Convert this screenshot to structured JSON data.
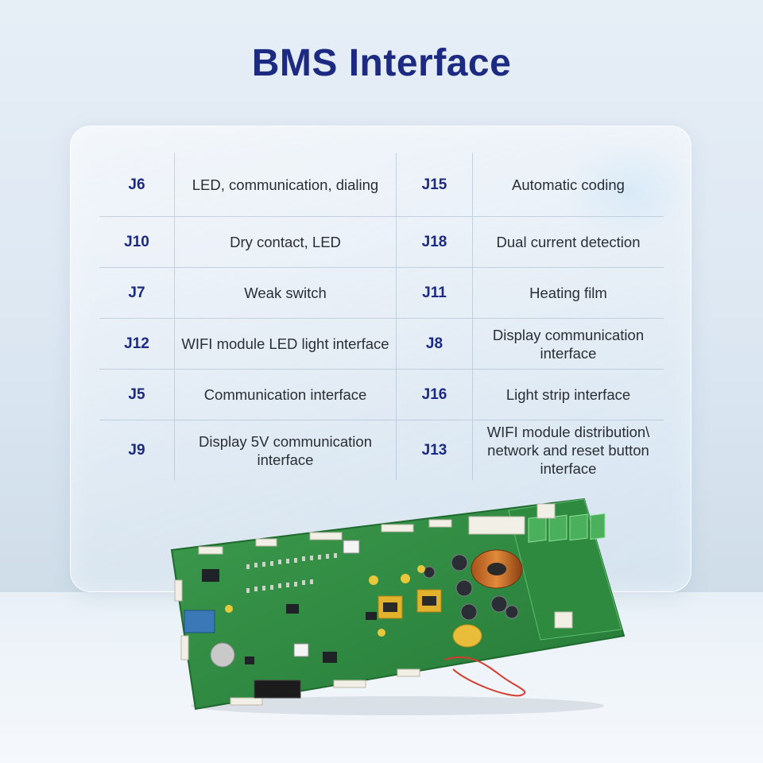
{
  "title": "BMS Interface",
  "rows": [
    {
      "code1": "J6",
      "desc1": "LED, communication, dialing",
      "code2": "J15",
      "desc2": "Automatic coding"
    },
    {
      "code1": "J10",
      "desc1": "Dry contact, LED",
      "code2": "J18",
      "desc2": "Dual current detection"
    },
    {
      "code1": "J7",
      "desc1": "Weak switch",
      "code2": "J11",
      "desc2": "Heating film"
    },
    {
      "code1": "J12",
      "desc1": "WIFI module LED light interface",
      "code2": "J8",
      "desc2": "Display communication interface"
    },
    {
      "code1": "J5",
      "desc1": "Communication interface",
      "code2": "J16",
      "desc2": "Light strip interface"
    },
    {
      "code1": "J9",
      "desc1": "Display 5V communication interface",
      "code2": "J13",
      "desc2": "WIFI module distribution\\ network and reset button interface"
    }
  ],
  "colors": {
    "title": "#1c2a82",
    "code": "#1c2a82",
    "pcb": "#2f8a43"
  },
  "image": {
    "subject": "green BMS circuit board"
  }
}
